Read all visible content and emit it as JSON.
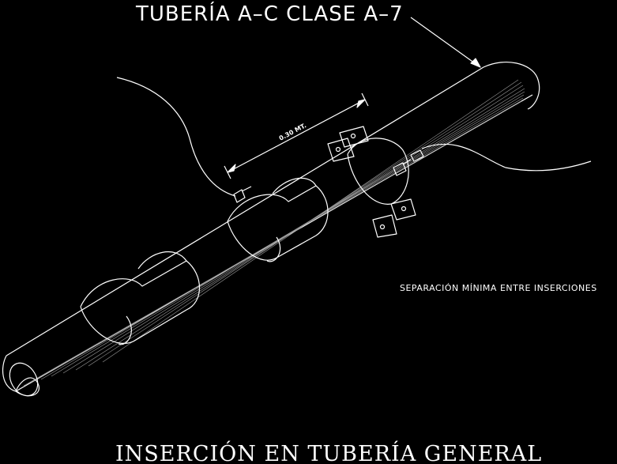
{
  "drawing": {
    "title": "TUBERÍA A–C CLASE A–7",
    "dimension": "0.30 MT.",
    "note": "SEPARACIÓN MÍNIMA ENTRE INSERCIONES",
    "caption": "INSERCIÓN EN TUBERÍA GENERAL"
  },
  "colors": {
    "background": "#000000",
    "linework": "#ffffff",
    "hatch": "#9a9a9a"
  }
}
